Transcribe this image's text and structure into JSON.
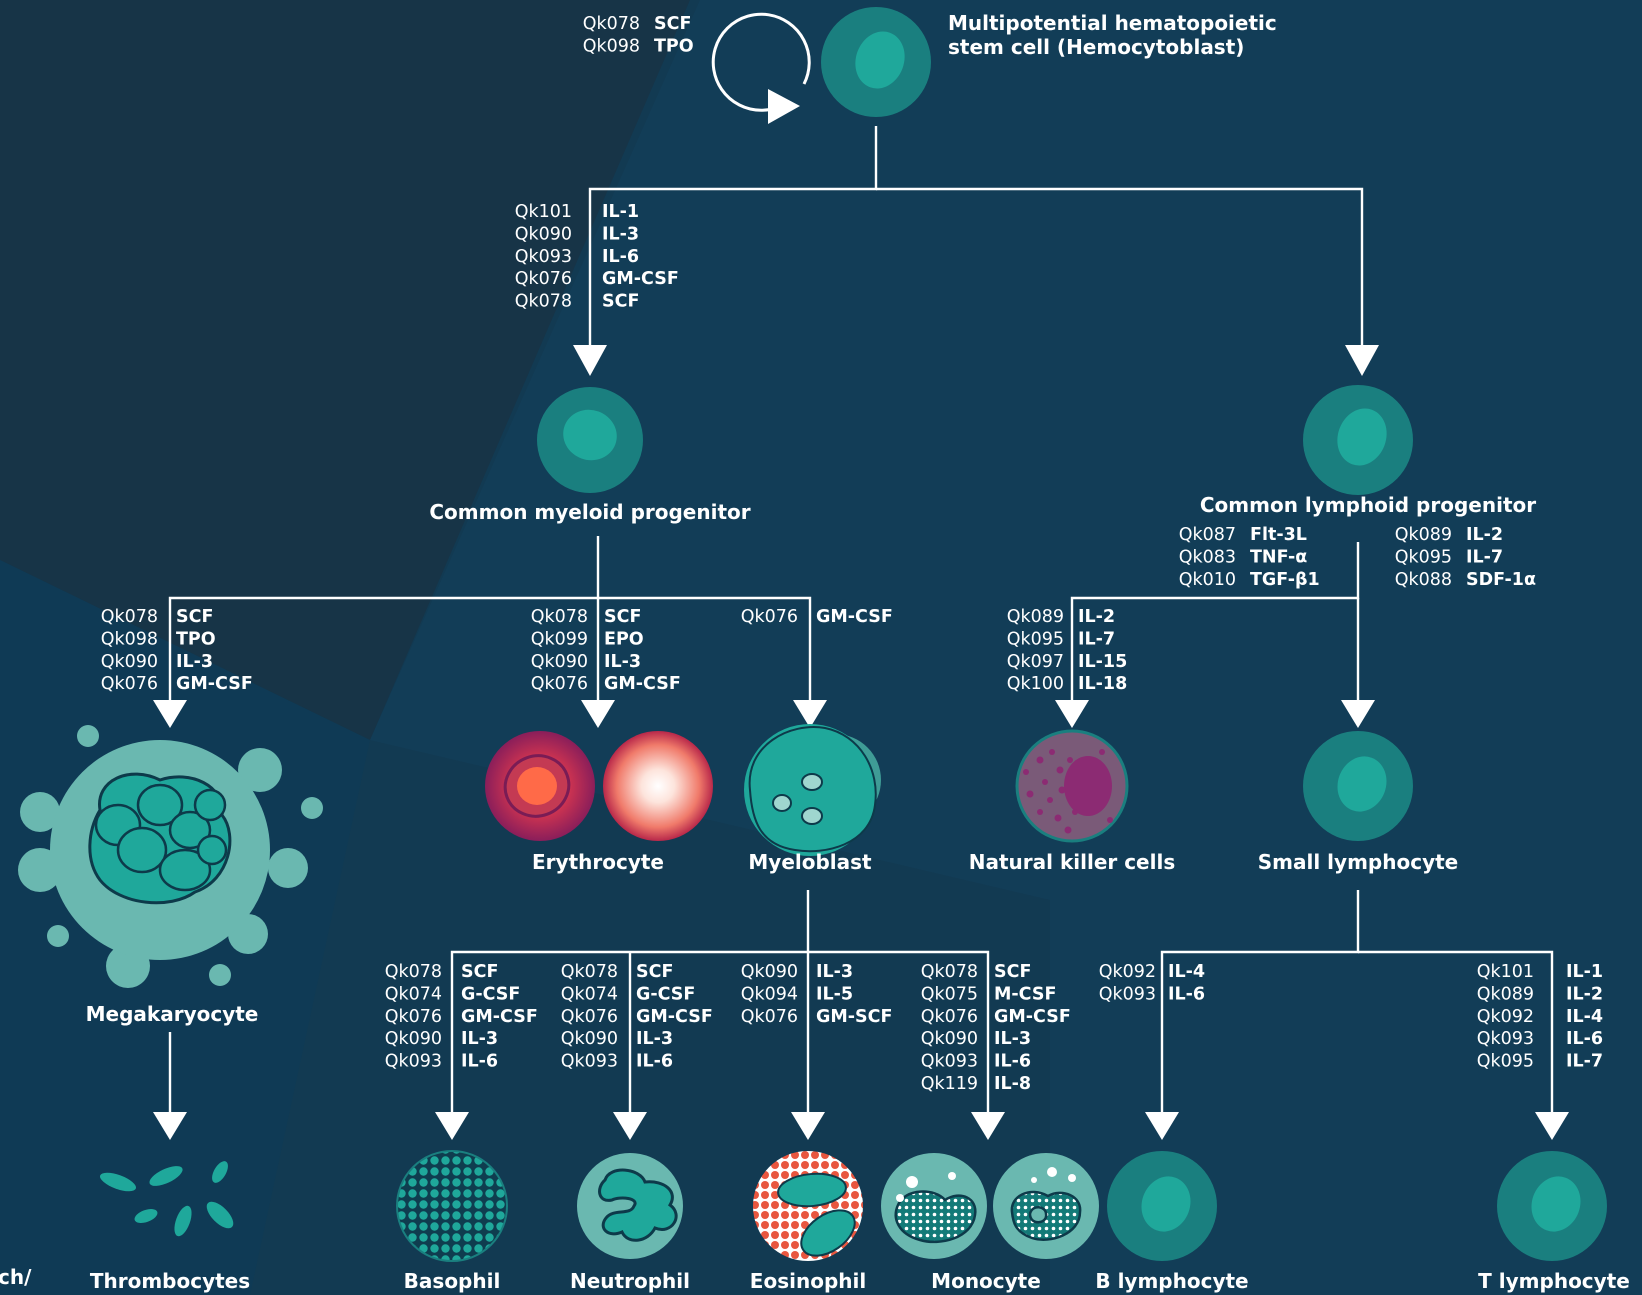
{
  "colors": {
    "background": "#123a52",
    "dark_panel": "#173447",
    "mid_panel": "#0f3a55",
    "cell_dark_teal": "#1a7f7f",
    "cell_nucleus": "#1fa89b",
    "cell_light_teal": "#6ab8b0",
    "erythrocyte_red": "#e8563f",
    "nk_purple": "#8c2b73",
    "arrow": "#ffffff"
  },
  "cells": {
    "stem": "Multipotential hematopoietic stem cell (Hemocytoblast)",
    "myeloid": "Common myeloid progenitor",
    "lymphoid": "Common lymphoid progenitor",
    "megakaryocyte": "Megakaryocyte",
    "erythrocyte": "Erythrocyte",
    "myeloblast": "Myeloblast",
    "nk": "Natural killer cells",
    "small_lymphocyte": "Small lymphocyte",
    "thrombocytes": "Thrombocytes",
    "basophil": "Basophil",
    "neutrophil": "Neutrophil",
    "eosinophil": "Eosinophil",
    "monocyte": "Monocyte",
    "b_lymphocyte": "B lymphocyte",
    "t_lymphocyte": "T lymphocyte"
  },
  "edge_text": "ch/",
  "factor_groups": {
    "self_renewal": [
      {
        "code": "Qk078",
        "factor": "SCF"
      },
      {
        "code": "Qk098",
        "factor": "TPO"
      }
    ],
    "to_myeloid": [
      {
        "code": "Qk101",
        "factor": "IL-1"
      },
      {
        "code": "Qk090",
        "factor": "IL-3"
      },
      {
        "code": "Qk093",
        "factor": "IL-6"
      },
      {
        "code": "Qk076",
        "factor": "GM-CSF"
      },
      {
        "code": "Qk078",
        "factor": "SCF"
      }
    ],
    "lymphoid_left": [
      {
        "code": "Qk087",
        "factor": "Flt-3L"
      },
      {
        "code": "Qk083",
        "factor": "TNF-α"
      },
      {
        "code": "Qk010",
        "factor": "TGF-β1"
      }
    ],
    "lymphoid_right": [
      {
        "code": "Qk089",
        "factor": "IL-2"
      },
      {
        "code": "Qk095",
        "factor": "IL-7"
      },
      {
        "code": "Qk088",
        "factor": "SDF-1α"
      }
    ],
    "to_megakaryocyte": [
      {
        "code": "Qk078",
        "factor": "SCF"
      },
      {
        "code": "Qk098",
        "factor": "TPO"
      },
      {
        "code": "Qk090",
        "factor": "IL-3"
      },
      {
        "code": "Qk076",
        "factor": "GM-CSF"
      }
    ],
    "to_erythrocyte": [
      {
        "code": "Qk078",
        "factor": "SCF"
      },
      {
        "code": "Qk099",
        "factor": "EPO"
      },
      {
        "code": "Qk090",
        "factor": "IL-3"
      },
      {
        "code": "Qk076",
        "factor": "GM-CSF"
      }
    ],
    "to_myeloblast": [
      {
        "code": "Qk076",
        "factor": "GM-CSF"
      }
    ],
    "to_nk": [
      {
        "code": "Qk089",
        "factor": "IL-2"
      },
      {
        "code": "Qk095",
        "factor": "IL-7"
      },
      {
        "code": "Qk097",
        "factor": "IL-15"
      },
      {
        "code": "Qk100",
        "factor": "IL-18"
      }
    ],
    "to_basophil": [
      {
        "code": "Qk078",
        "factor": "SCF"
      },
      {
        "code": "Qk074",
        "factor": "G-CSF"
      },
      {
        "code": "Qk076",
        "factor": "GM-CSF"
      },
      {
        "code": "Qk090",
        "factor": "IL-3"
      },
      {
        "code": "Qk093",
        "factor": "IL-6"
      }
    ],
    "to_neutrophil": [
      {
        "code": "Qk078",
        "factor": "SCF"
      },
      {
        "code": "Qk074",
        "factor": "G-CSF"
      },
      {
        "code": "Qk076",
        "factor": "GM-CSF"
      },
      {
        "code": "Qk090",
        "factor": "IL-3"
      },
      {
        "code": "Qk093",
        "factor": "IL-6"
      }
    ],
    "to_eosinophil": [
      {
        "code": "Qk090",
        "factor": "IL-3"
      },
      {
        "code": "Qk094",
        "factor": "IL-5"
      },
      {
        "code": "Qk076",
        "factor": "GM-SCF"
      }
    ],
    "to_monocyte": [
      {
        "code": "Qk078",
        "factor": "SCF"
      },
      {
        "code": "Qk075",
        "factor": "M-CSF"
      },
      {
        "code": "Qk076",
        "factor": "GM-CSF"
      },
      {
        "code": "Qk090",
        "factor": "IL-3"
      },
      {
        "code": "Qk093",
        "factor": "IL-6"
      },
      {
        "code": "Qk119",
        "factor": "IL-8"
      }
    ],
    "to_b_lymphocyte": [
      {
        "code": "Qk092",
        "factor": "IL-4"
      },
      {
        "code": "Qk093",
        "factor": "IL-6"
      }
    ],
    "to_t_lymphocyte": [
      {
        "code": "Qk101",
        "factor": "IL-1"
      },
      {
        "code": "Qk089",
        "factor": "IL-2"
      },
      {
        "code": "Qk092",
        "factor": "IL-4"
      },
      {
        "code": "Qk093",
        "factor": "IL-6"
      },
      {
        "code": "Qk095",
        "factor": "IL-7"
      }
    ]
  }
}
